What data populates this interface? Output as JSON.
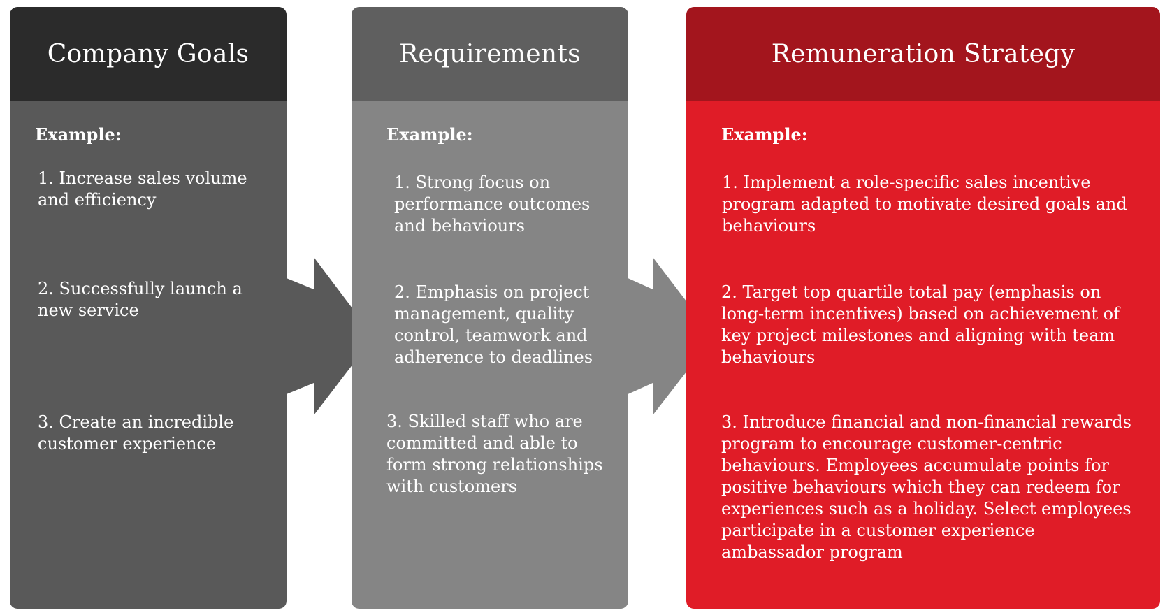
{
  "colors": {
    "goals_header": "#2b2b2b",
    "goals_body": "#595959",
    "requirements_header": "#5f5f5f",
    "requirements_body": "#858585",
    "strategy_header": "#a3151d",
    "strategy_body": "#e01c27"
  },
  "columns": [
    {
      "title": "Company Goals",
      "example_label": "Example:",
      "items": [
        "1. Increase sales volume and efficiency",
        "2. Successfully launch a new service",
        "3. Create an incredible customer experience"
      ]
    },
    {
      "title": "Requirements",
      "example_label": "Example:",
      "items": [
        "1.  Strong focus on performance outcomes and behaviours",
        "2.  Emphasis on project management, quality control, teamwork and adherence to deadlines",
        "3. Skilled staff who are committed and able to form strong relationships with customers"
      ]
    },
    {
      "title": "Remuneration Strategy",
      "example_label": "Example:",
      "items": [
        "1.  Implement a role-specific sales incentive program adapted to motivate desired goals and behaviours",
        "2.  Target top quartile total pay (emphasis on long-term incentives) based on achievement of key project milestones and aligning with team behaviours",
        "3. Introduce financial and non-financial rewards program to encourage customer-centric behaviours. Employees accumulate points for positive behaviours which they can redeem for experiences such as a holiday. Select employees participate in a customer experience ambassador program"
      ]
    }
  ]
}
